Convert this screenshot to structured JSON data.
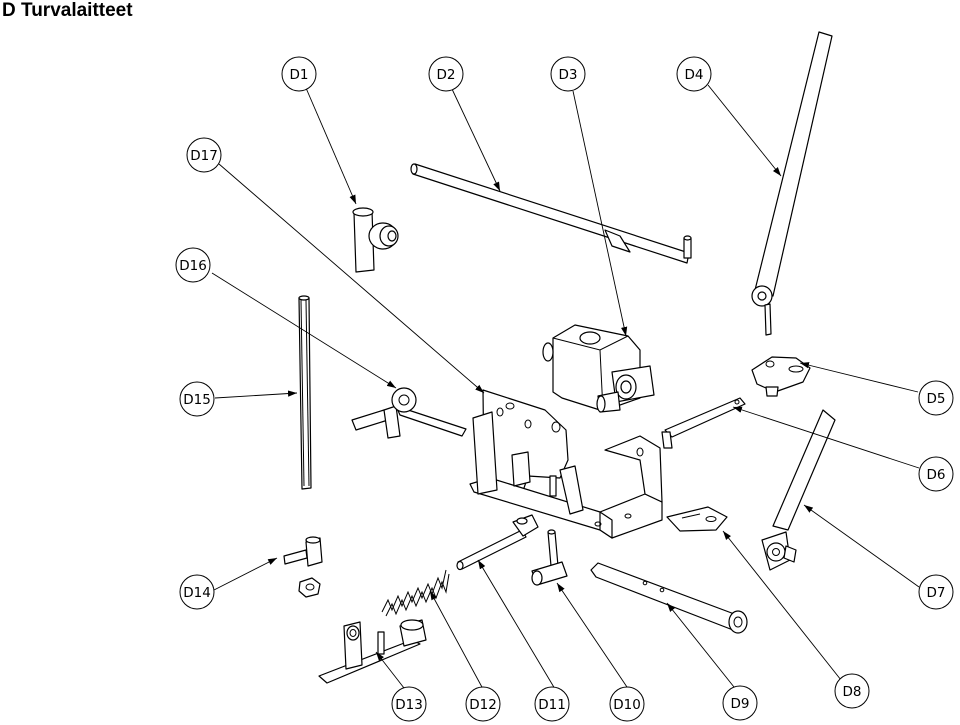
{
  "page": {
    "title": "D Turvalaitteet"
  },
  "callouts": [
    {
      "id": "D1"
    },
    {
      "id": "D2"
    },
    {
      "id": "D3"
    },
    {
      "id": "D4"
    },
    {
      "id": "D5"
    },
    {
      "id": "D6"
    },
    {
      "id": "D7"
    },
    {
      "id": "D8"
    },
    {
      "id": "D9"
    },
    {
      "id": "D10"
    },
    {
      "id": "D11"
    },
    {
      "id": "D12"
    },
    {
      "id": "D13"
    },
    {
      "id": "D14"
    },
    {
      "id": "D15"
    },
    {
      "id": "D16"
    },
    {
      "id": "D17"
    }
  ]
}
